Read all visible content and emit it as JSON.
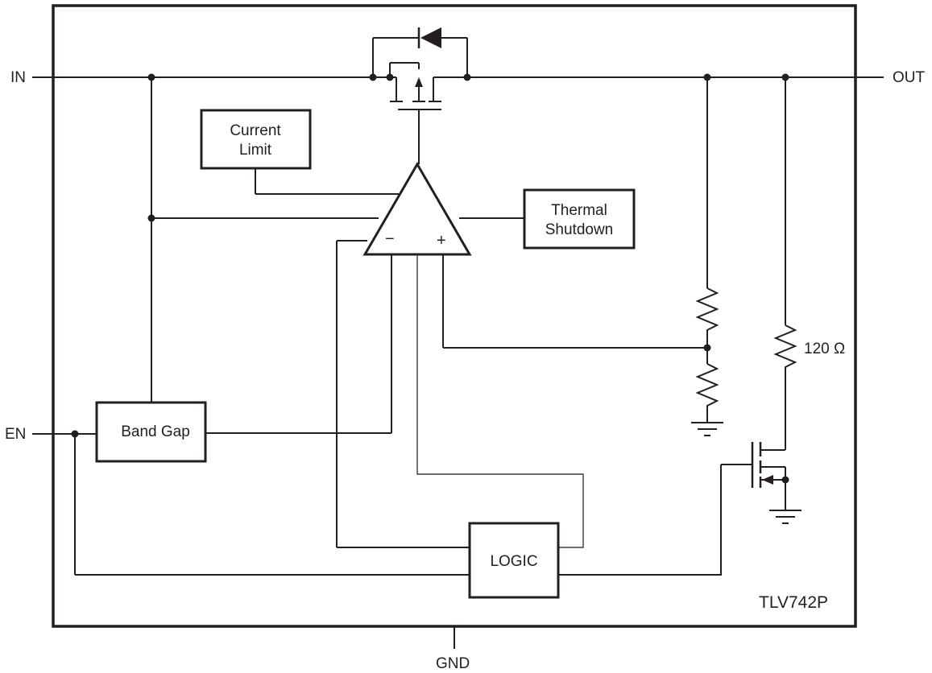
{
  "pins": {
    "in": "IN",
    "out": "OUT",
    "en": "EN",
    "gnd": "GND"
  },
  "blocks": {
    "current_limit_line1": "Current",
    "current_limit_line2": "Limit",
    "thermal_line1": "Thermal",
    "thermal_line2": "Shutdown",
    "band_gap": "Band Gap",
    "logic": "LOGIC"
  },
  "opamp": {
    "minus": "−",
    "plus": "+"
  },
  "components": {
    "discharge_resistor": "120 Ω"
  },
  "part_number": "TLV742P"
}
